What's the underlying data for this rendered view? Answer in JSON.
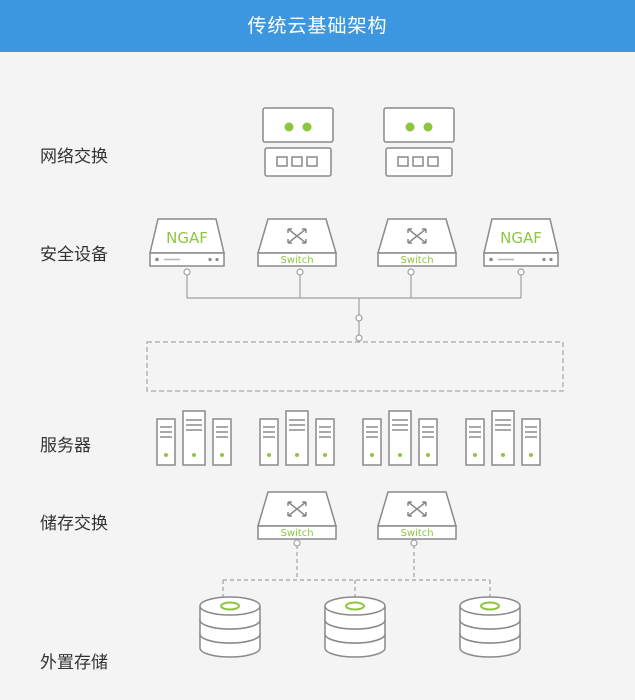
{
  "title": "传统云基础架构",
  "rows": {
    "network": "网络交换",
    "security": "安全设备",
    "servers": "服务器",
    "storage_switch": "储存交换",
    "external_storage": "外置存储"
  },
  "devices": {
    "ngaf": "NGAF",
    "switch": "Switch"
  },
  "colors": {
    "header": "#3d97e0",
    "accent": "#8cc63f",
    "outline": "#8a8a8a",
    "line": "#bdbdbd"
  }
}
